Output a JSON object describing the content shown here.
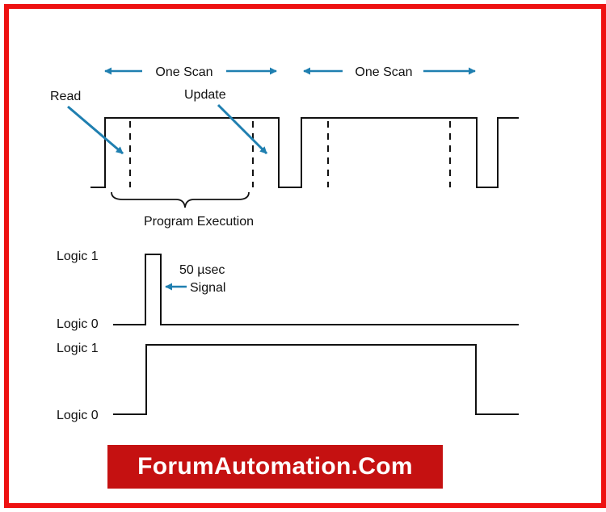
{
  "labels": {
    "one_scan_1": "One Scan",
    "one_scan_2": "One Scan",
    "read": "Read",
    "update": "Update",
    "program_execution": "Program Execution",
    "pulse_duration": "50 µsec",
    "signal": "Signal",
    "logic1_a": "Logic 1",
    "logic0_a": "Logic 0",
    "logic1_b": "Logic 1",
    "logic0_b": "Logic 0"
  },
  "brand": {
    "text": "ForumAutomation.Com"
  },
  "colors": {
    "border": "#ee1111",
    "brand_bg": "#c51111",
    "arrow": "#1f7fb0",
    "line": "#111111"
  }
}
